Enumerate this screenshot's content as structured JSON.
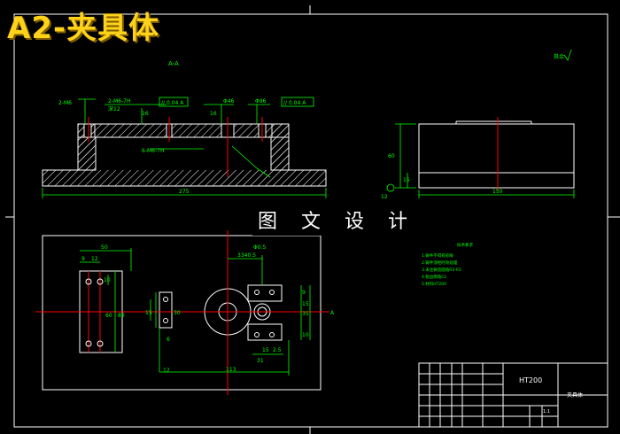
{
  "title": "A2-夹具体",
  "overlay": "图 文 设 计",
  "colors": {
    "bg": "#000000",
    "frame": "#ffffff",
    "dim": "#00ff00",
    "center": "#ff0000",
    "part": "#ffffff",
    "title": "#ffd21a"
  },
  "section_view": {
    "label": "A-A",
    "notes": {
      "callout_left": "2-M6",
      "callout_thread": "2-M6-7H",
      "callout_deep": "深12",
      "callout_bottom": "6-M6-7H",
      "phi46": "Φ46",
      "phi96": "Φ96",
      "tol_left": "// 0.04 A",
      "tol_right": "// 0.04 A",
      "num_16": "16",
      "num_16b": "16",
      "num_60": "60",
      "num_15": "15",
      "num_12": "12",
      "num_275": "275",
      "num_150": "150"
    }
  },
  "roughness": "其余",
  "tech_req": {
    "heading": "技术要求",
    "lines": [
      "1.铸件不得有砂眼",
      "2.铸件须经时效处理",
      "3.未注铸造圆角R3-R5",
      "4.锐边倒角C1",
      "5.材料HT200"
    ]
  },
  "plan_view": {
    "dims": {
      "d50": "50",
      "d9": "9",
      "d12": "12",
      "d3340": "3340.5",
      "phi5": "Φ0.5",
      "d10": "10",
      "d60": "60",
      "d80": "80",
      "d15": "15",
      "d30": "30",
      "d6": "6",
      "d113": "113",
      "d12b": "12",
      "d31": "31",
      "d15b": "15",
      "d25": "2.5",
      "d9b": "9",
      "d35": "35",
      "d15c": "15",
      "d10b": "10",
      "dA": "A"
    }
  },
  "title_block": {
    "material": "HT200",
    "name": "夹具体",
    "scale": "1:1"
  }
}
